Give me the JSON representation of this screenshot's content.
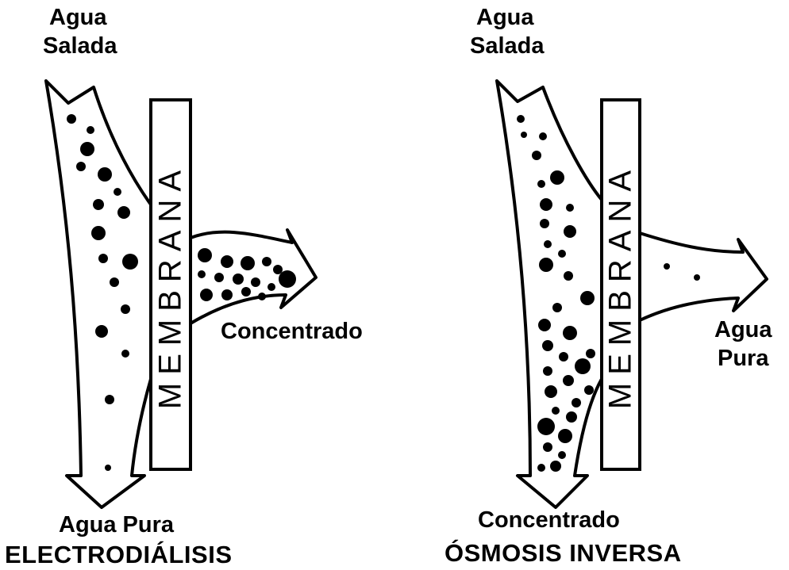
{
  "left_panel": {
    "input_label_line1": "Agua",
    "input_label_line2": "Salada",
    "membrane_text": "MEMBRANA",
    "side_output_label": "Concentrado",
    "bottom_output_label": "Agua Pura",
    "title": "ELECTRODIÁLISIS"
  },
  "right_panel": {
    "input_label_line1": "Agua",
    "input_label_line2": "Salada",
    "membrane_text": "MEMBRANA",
    "side_output_label_line1": "Agua",
    "side_output_label_line2": "Pura",
    "bottom_output_label": "Concentrado",
    "title": "ÓSMOSIS INVERSA"
  },
  "colors": {
    "ink": "#000000",
    "background": "#ffffff"
  }
}
